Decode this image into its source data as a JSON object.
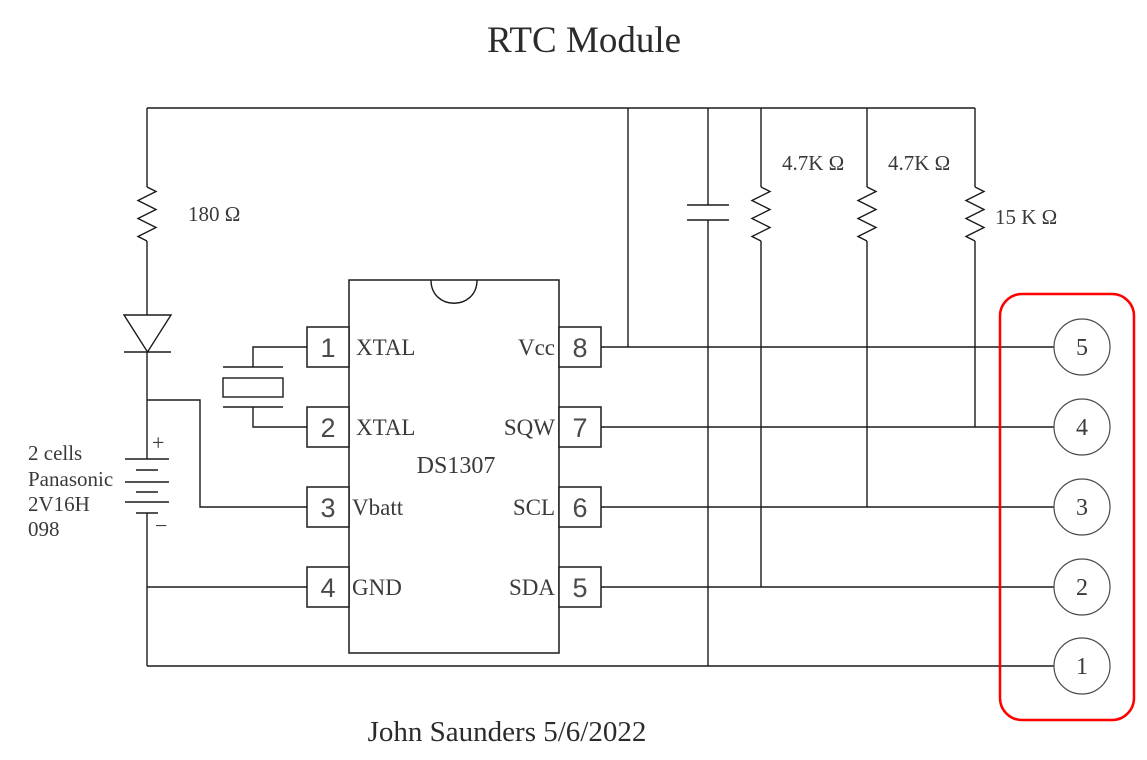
{
  "title": "RTC Module",
  "signature": "John Saunders 5/6/2022",
  "resistors": [
    {
      "name": "r1",
      "value": "180 Ω"
    },
    {
      "name": "r2",
      "value": "4.7K Ω"
    },
    {
      "name": "r3",
      "value": "4.7K Ω"
    },
    {
      "name": "r4",
      "value": "15 K Ω"
    }
  ],
  "battery": {
    "label_lines": [
      "2 cells",
      "Panasonic",
      "2V16H",
      "098"
    ],
    "plus": "+",
    "minus": "−"
  },
  "ic": {
    "name": "DS1307",
    "left_pins": [
      {
        "num": "1",
        "label": "XTAL"
      },
      {
        "num": "2",
        "label": "XTAL"
      },
      {
        "num": "3",
        "label": "Vbatt"
      },
      {
        "num": "4",
        "label": "GND"
      }
    ],
    "right_pins": [
      {
        "num": "8",
        "label": "Vcc"
      },
      {
        "num": "7",
        "label": "SQW"
      },
      {
        "num": "6",
        "label": "SCL"
      },
      {
        "num": "5",
        "label": "SDA"
      }
    ]
  },
  "connector": {
    "pins": [
      "5",
      "4",
      "3",
      "2",
      "1"
    ],
    "outline_color": "#ff0000"
  },
  "colors": {
    "wire": "#1b1b1b",
    "text": "#3a3a3a"
  }
}
